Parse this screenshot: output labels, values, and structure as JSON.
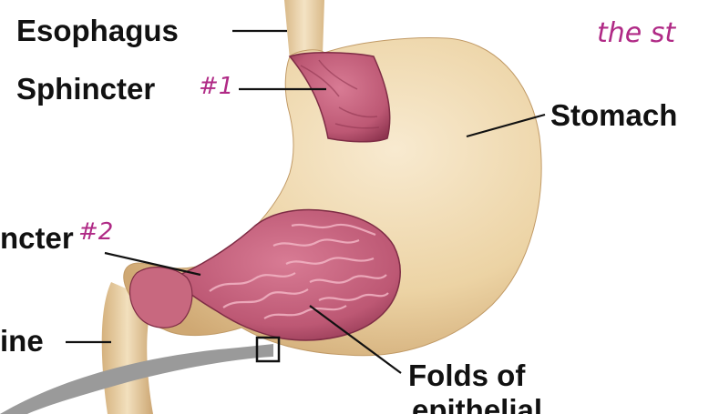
{
  "labels": {
    "esophagus": "Esophagus",
    "sphincter1": "Sphincter",
    "stomach": "Stomach",
    "sphincter2": "ncter",
    "intestine": "ine",
    "folds_line1": "Folds of",
    "folds_line2": "epithelial"
  },
  "annotations": {
    "sphincter1_mark": "#1",
    "sphincter2_mark": "#2",
    "note": "the st"
  },
  "colors": {
    "tissue_outer": "#ecd3a4",
    "tissue_shade": "#d2ad79",
    "lining": "#c2607a",
    "lining_dark": "#8f3550",
    "leader": "#111111",
    "handwriting": "#b02a86",
    "pointer": "#8a8a8a"
  }
}
